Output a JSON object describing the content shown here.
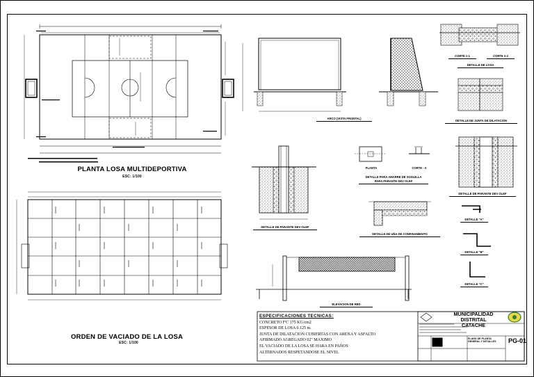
{
  "sheet": {
    "code": "PG-01",
    "plano": "PLANO DE PLANTA GENERAL Y DETALLES"
  },
  "titles": {
    "planta_losa": "PLANTA LOSA MULTIDEPORTIVA",
    "planta_losa_esc": "ESC: 1/100",
    "orden_vaciado": "ORDEN DE VACIADO DE LA LOSA",
    "orden_vaciado_esc": "ESC: 1/100",
    "arco": "ARCO (VISTA FRONTAL)",
    "parante_dev_olef_left": "DETALLE DE PARANTE DEV OLEF",
    "planta": "PLANTA",
    "corte_a": "CORTE - A",
    "amarre_1": "DETALLE PARA AMARRE DE SOGUILLA",
    "amarre_2": "PARA PARANTE DEV OLEF",
    "una": "DETALLE DE UÑA DE CONFINAMIENTO",
    "elevacion_red": "ELEVACION DE RED",
    "corte_1": "CORTE 1-1",
    "corte_2": "CORTE 2-2",
    "detalle_losa": "DETALLE DE LOSA",
    "junta": "DETALLE DE JUNTA DE DILATACION",
    "parante_dev_olef_right": "DETALLE DE PARANTE DEV OLEF",
    "det_a": "DETALLE \"A\"",
    "det_b": "DETALLE \"B\"",
    "det_c": "DETALLE \"C\""
  },
  "specs": {
    "heading": "ESPECIFICACIONES TECNICAS:",
    "lines": [
      "CONCRETO F'C 175 KG/cm2",
      "ESPESOR DE LOSA 0.125 m.",
      "JUNTA DE DILATACION CUBIERTAS CON ARENA Y ASFALTO",
      "AFIRMADO AGREGADO 02\" MAXIMO",
      "EL VACIADO DE LA LOSA SE HARA EN PAÑOS",
      "ALTERNADOS RESPETANDOSE EL NIVEL"
    ]
  },
  "title_block": {
    "municipality_1": "MUNICIPALIDAD DISTRITAL",
    "municipality_2": "CATACHE"
  }
}
